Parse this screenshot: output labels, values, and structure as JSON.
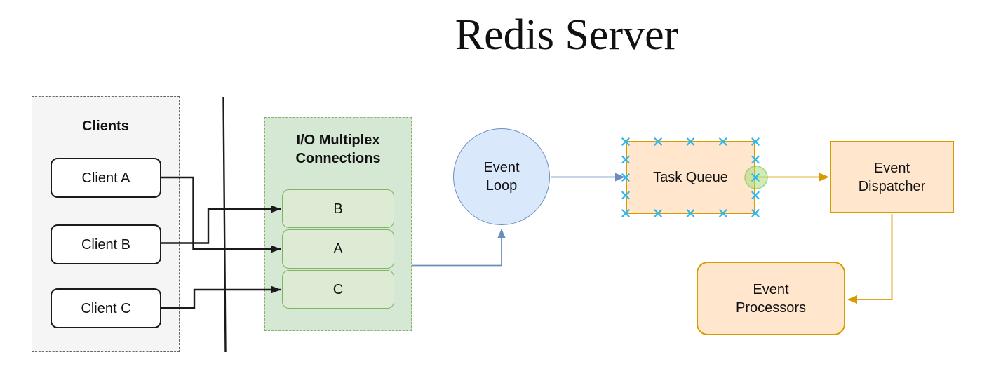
{
  "title": "Redis Server",
  "clients_group": {
    "label": "Clients",
    "items": [
      {
        "label": "Client A"
      },
      {
        "label": "Client B"
      },
      {
        "label": "Client C"
      }
    ]
  },
  "io_group": {
    "label": "I/O Multiplex Connections",
    "items": [
      {
        "label": "B"
      },
      {
        "label": "A"
      },
      {
        "label": "C"
      }
    ]
  },
  "nodes": {
    "event_loop": {
      "label": "Event Loop"
    },
    "task_queue": {
      "label": "Task Queue"
    },
    "event_dispatcher": {
      "label": "Event Dispatcher"
    },
    "event_processors": {
      "label": "Event Processors"
    }
  },
  "colors": {
    "canvas_bg": "#ffffff",
    "clients_fill": "#f5f5f5",
    "clients_border": "#666666",
    "client_node_border": "#1a1a1a",
    "green_group_fill": "#d5e8d4",
    "green_node_fill": "#ddebd5",
    "green_border": "#82b366",
    "blue_fill": "#dae8fc",
    "blue_border": "#6c8ebf",
    "orange_fill": "#ffe6cc",
    "orange_border": "#d79b00",
    "black_connector": "#1a1a1a",
    "connection_point": "#29b6f2",
    "hover_highlight_fill": "#b5e796",
    "hover_highlight_edge": "#8fd06d"
  }
}
